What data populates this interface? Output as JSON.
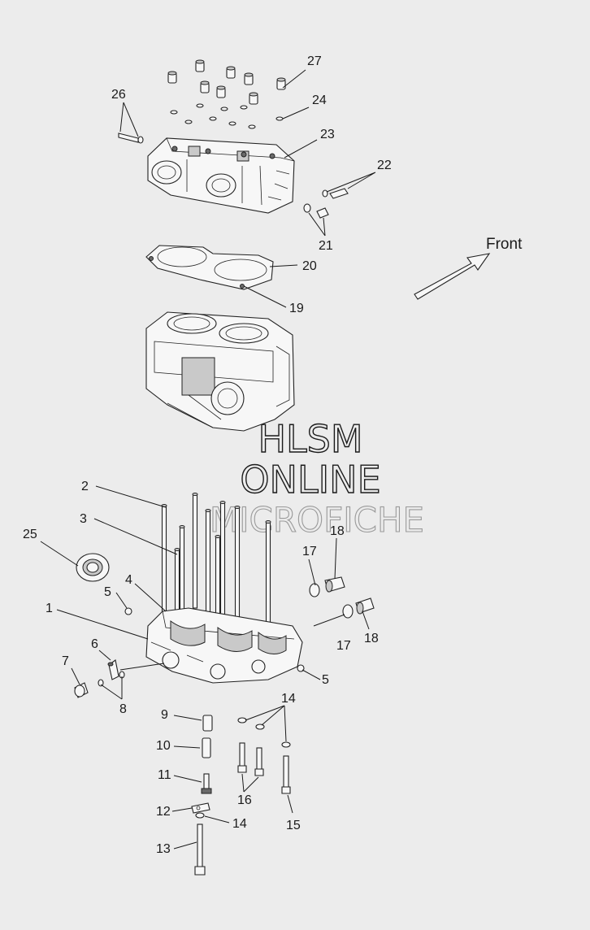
{
  "diagram": {
    "front_label": "Front",
    "watermark": [
      "HLSM",
      "ONLINE",
      "MICROFICHE"
    ],
    "callouts": [
      {
        "id": "c27",
        "text": "27"
      },
      {
        "id": "c26",
        "text": "26"
      },
      {
        "id": "c24",
        "text": "24"
      },
      {
        "id": "c23",
        "text": "23"
      },
      {
        "id": "c22",
        "text": "22"
      },
      {
        "id": "c21",
        "text": "21"
      },
      {
        "id": "c20",
        "text": "20"
      },
      {
        "id": "c19",
        "text": "19"
      },
      {
        "id": "c2",
        "text": "2"
      },
      {
        "id": "c3",
        "text": "3"
      },
      {
        "id": "c25",
        "text": "25"
      },
      {
        "id": "c4",
        "text": "4"
      },
      {
        "id": "c5a",
        "text": "5"
      },
      {
        "id": "c1",
        "text": "1"
      },
      {
        "id": "c17a",
        "text": "17"
      },
      {
        "id": "c18a",
        "text": "18"
      },
      {
        "id": "c17b",
        "text": "17"
      },
      {
        "id": "c18b",
        "text": "18"
      },
      {
        "id": "c6",
        "text": "6"
      },
      {
        "id": "c7",
        "text": "7"
      },
      {
        "id": "c8",
        "text": "8"
      },
      {
        "id": "c5b",
        "text": "5"
      },
      {
        "id": "c14a",
        "text": "14"
      },
      {
        "id": "c9",
        "text": "9"
      },
      {
        "id": "c10",
        "text": "10"
      },
      {
        "id": "c16",
        "text": "16"
      },
      {
        "id": "c11",
        "text": "11"
      },
      {
        "id": "c12",
        "text": "12"
      },
      {
        "id": "c14b",
        "text": "14"
      },
      {
        "id": "c15",
        "text": "15"
      },
      {
        "id": "c13",
        "text": "13"
      }
    ]
  }
}
